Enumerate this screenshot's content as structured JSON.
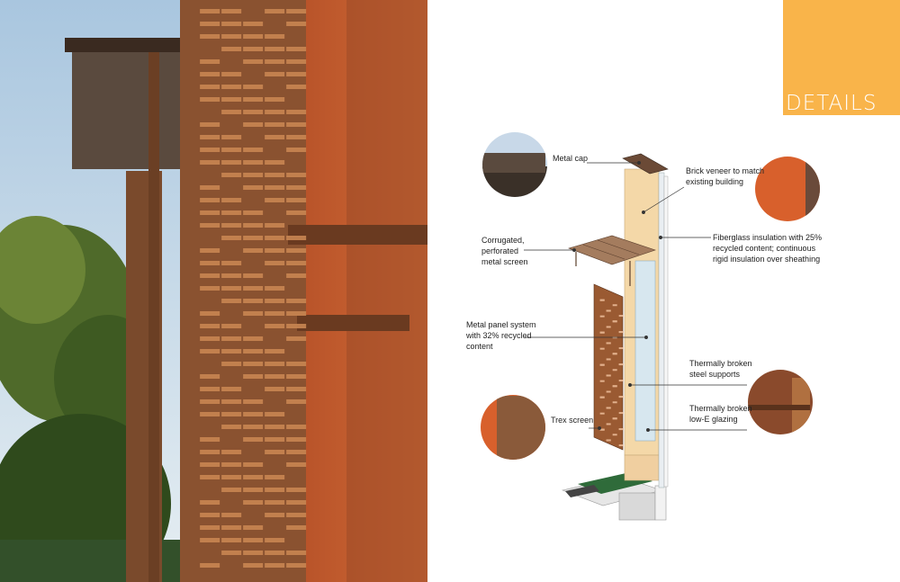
{
  "header": {
    "title": "DETAILS"
  },
  "colors": {
    "accent": "#f9b44a",
    "brick": "#d8602c",
    "screen": "#9a5a32"
  },
  "labels": {
    "metal_cap": [
      "Metal cap"
    ],
    "brick_veneer": [
      "Brick veneer to match",
      "existing building"
    ],
    "corrugated": [
      "Corrugated,",
      "perforated",
      "metal screen"
    ],
    "fiberglass": [
      "Fiberglass insulation with 25%",
      "recycled content; continuous",
      "rigid insulation over sheathing"
    ],
    "metal_panel": [
      "Metal panel system",
      "with 32% recycled",
      "content"
    ],
    "steel_supports": [
      "Thermally broken",
      "steel supports"
    ],
    "glazing": [
      "Thermally broken",
      "low-E glazing"
    ],
    "trex": [
      "Trex screen"
    ]
  }
}
